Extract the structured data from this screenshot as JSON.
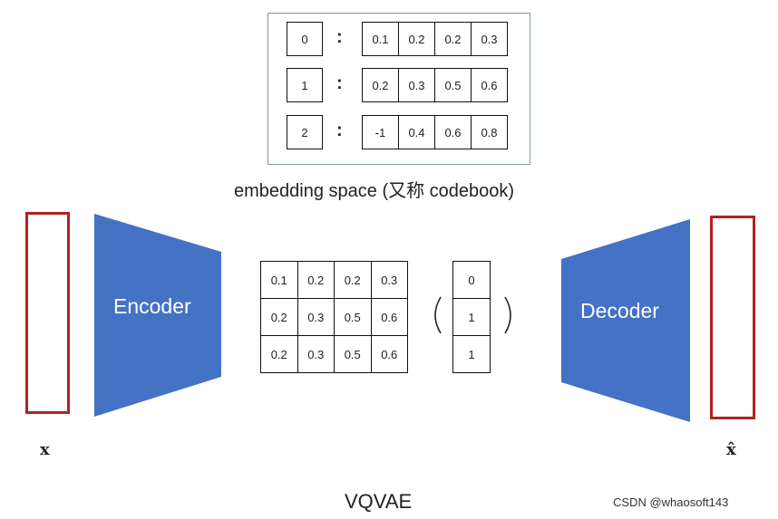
{
  "codebook": {
    "rows": [
      {
        "index": "0",
        "vector": [
          "0.1",
          "0.2",
          "0.2",
          "0.3"
        ]
      },
      {
        "index": "1",
        "vector": [
          "0.2",
          "0.3",
          "0.5",
          "0.6"
        ]
      },
      {
        "index": "2",
        "vector": [
          "-1",
          "0.4",
          "0.6",
          "0.8"
        ]
      }
    ],
    "separator": ":",
    "caption": "embedding space (又称 codebook)"
  },
  "input_label": "x",
  "output_label": "x̂",
  "encoder_label": "Encoder",
  "decoder_label": "Decoder",
  "latent_grid": [
    [
      "0.1",
      "0.2",
      "0.2",
      "0.3"
    ],
    [
      "0.2",
      "0.3",
      "0.5",
      "0.6"
    ],
    [
      "0.2",
      "0.3",
      "0.5",
      "0.6"
    ]
  ],
  "index_column": [
    "0",
    "1",
    "1"
  ],
  "title": "VQVAE",
  "watermark": "CSDN @whaosoft143",
  "colors": {
    "encoder_fill": "#4472c4",
    "decoder_fill": "#4472c4",
    "io_border": "#b22222",
    "frame_border": "#7f9aa8"
  }
}
